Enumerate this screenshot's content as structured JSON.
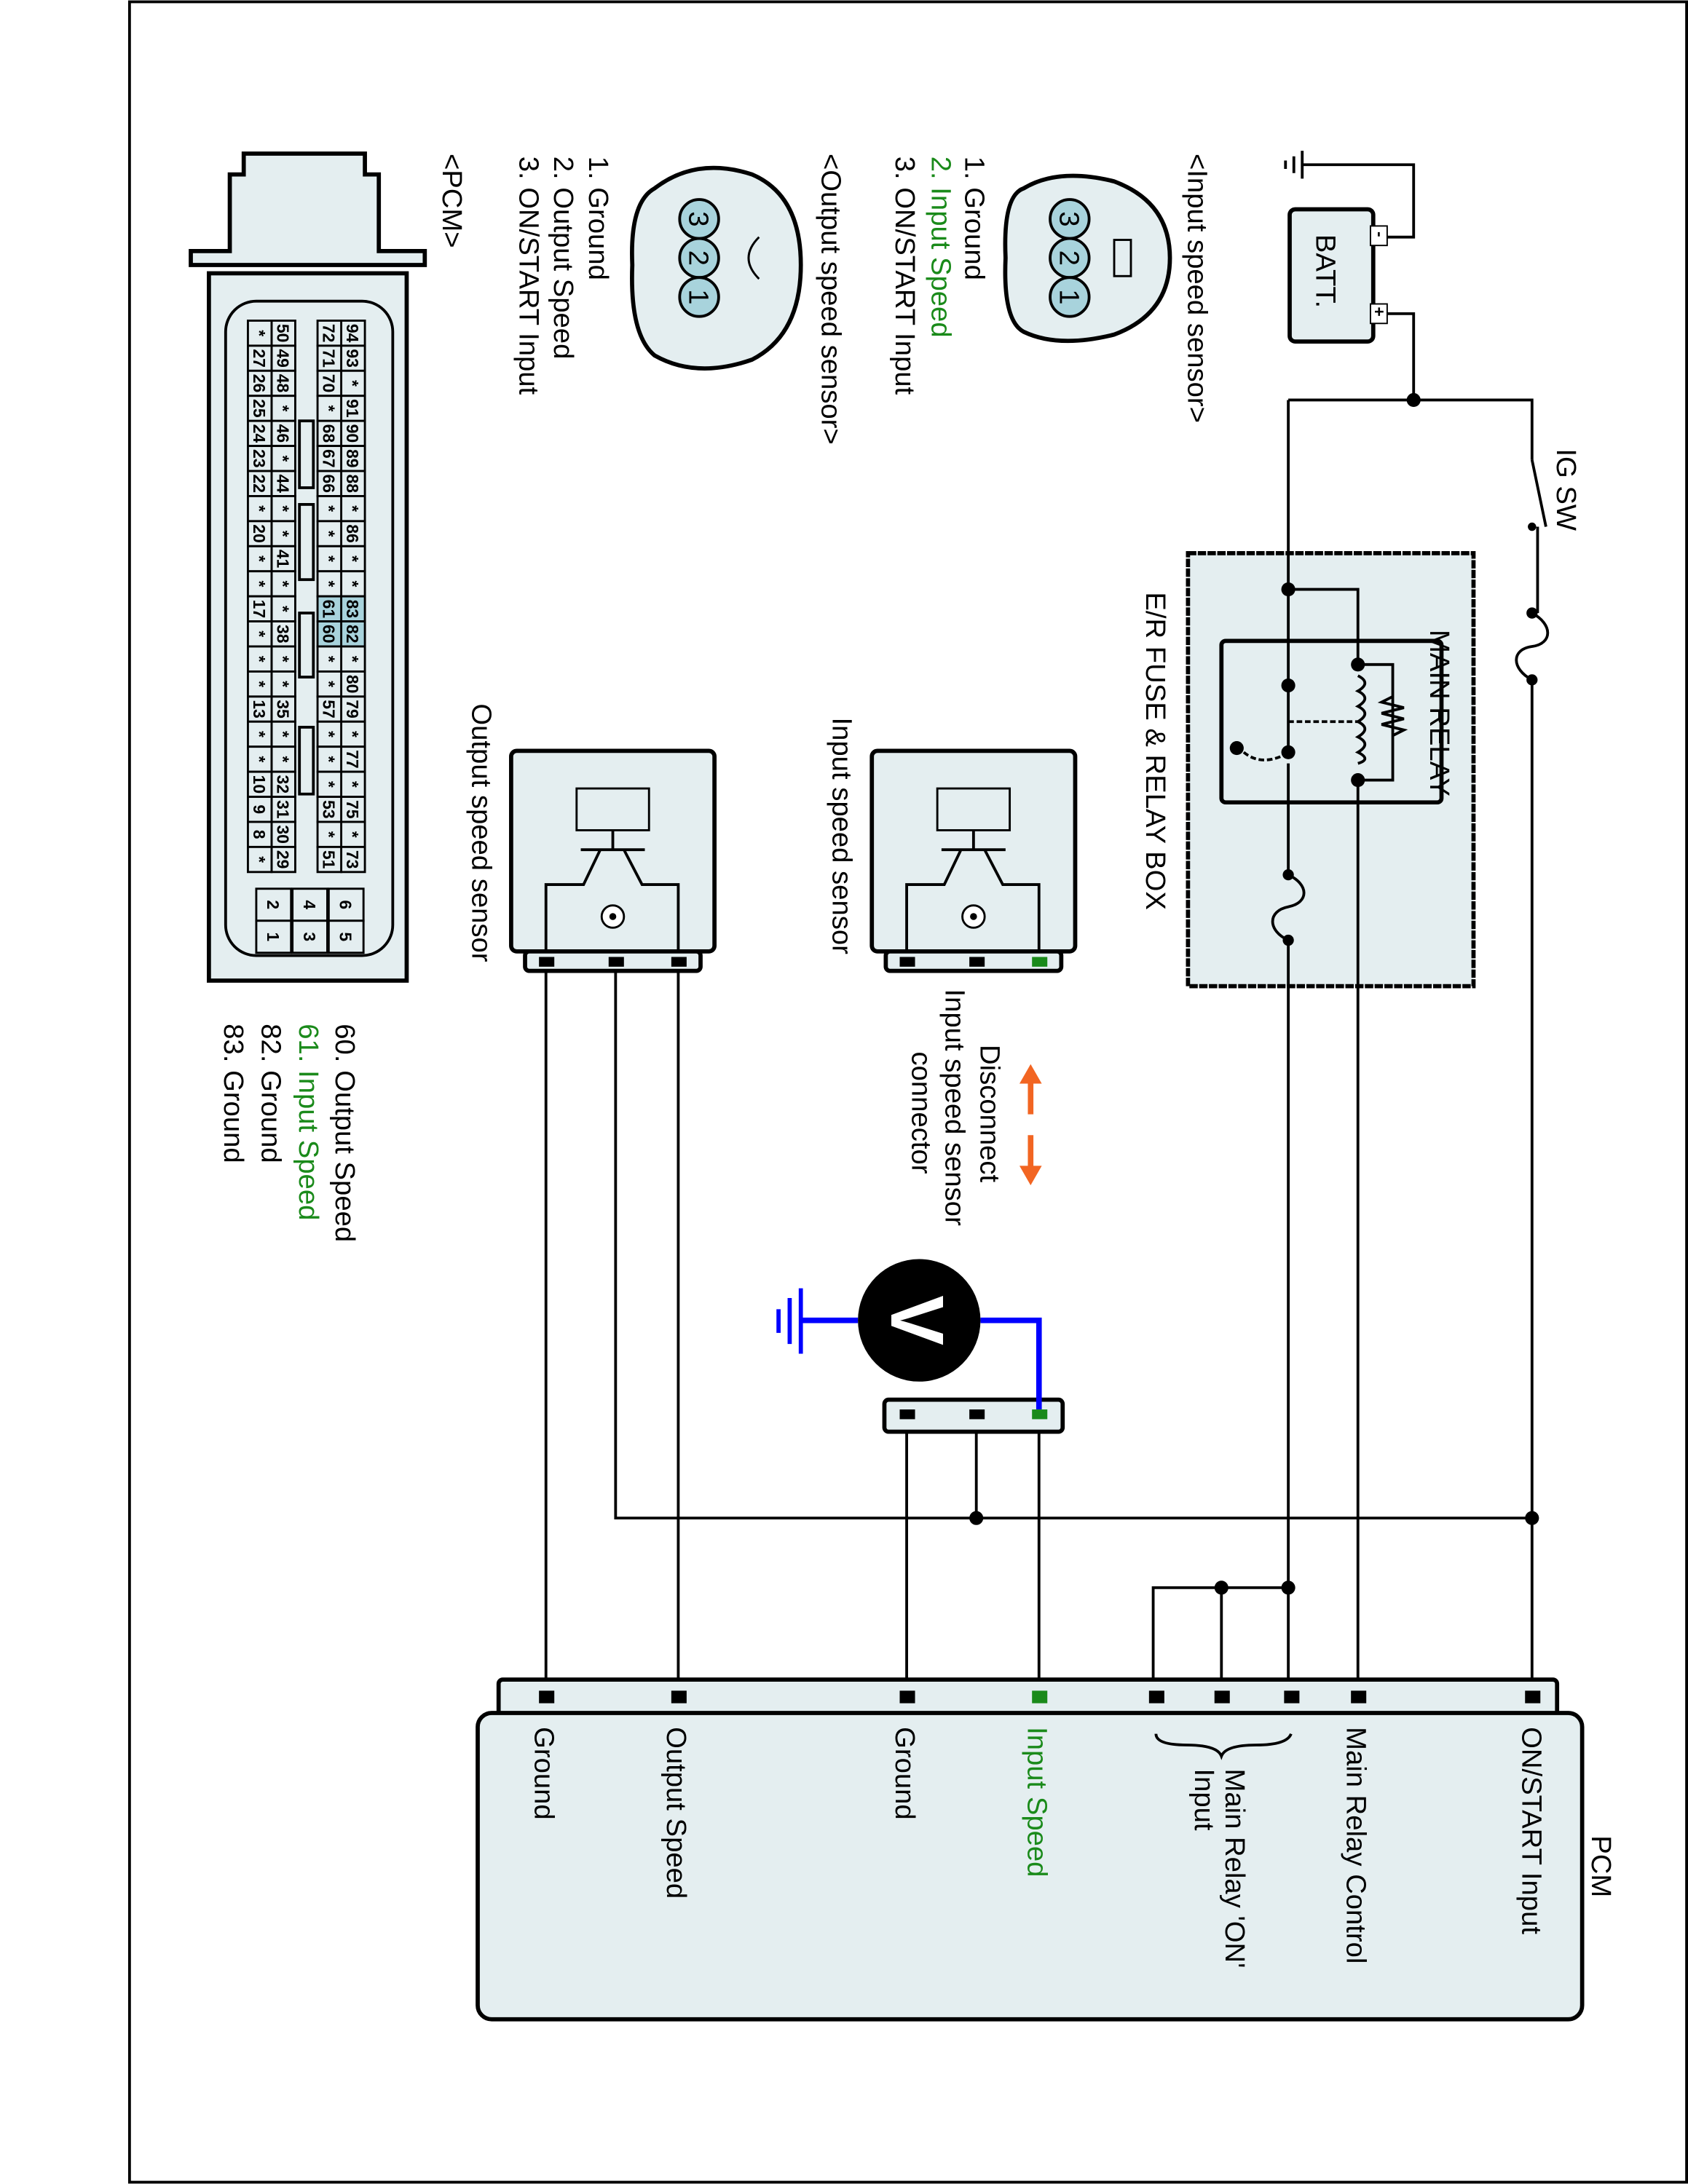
{
  "colors": {
    "accent_green": "#1a8a1a",
    "probe_blue": "#0000ff",
    "arrow_orange": "#f26522",
    "panel_fill": "#e4eef0",
    "highlight_pin": "#a8d3dc"
  },
  "battery": {
    "label": "BATT.",
    "minus": "-",
    "plus": "+"
  },
  "ig_sw": "IG SW",
  "relay_box": {
    "title": "E/R FUSE & RELAY BOX",
    "relay": "MAIN RELAY"
  },
  "sensors": {
    "input": "Input speed sensor",
    "output": "Output speed sensor"
  },
  "disconnect": {
    "line1": "Disconnect",
    "line2": "Input speed sensor",
    "line3": "connector"
  },
  "voltmeter": "V",
  "pcm": {
    "title": "PCM",
    "pins": [
      "ON/START Input",
      "Main Relay Control",
      "Main Relay 'ON'",
      "Input",
      "Input Speed",
      "Ground",
      "Output Speed",
      "Ground"
    ]
  },
  "legend_input": {
    "title": "<Input speed sensor>",
    "items": [
      "1. Ground",
      "2. Input Speed",
      "3. ON/START Input"
    ],
    "pins": [
      "3",
      "2",
      "1"
    ]
  },
  "legend_output": {
    "title": "<Output speed sensor>",
    "items": [
      "1. Ground",
      "2. Output Speed",
      "3. ON/START Input"
    ],
    "pins": [
      "3",
      "2",
      "1"
    ]
  },
  "legend_pcm": {
    "title": "<PCM>",
    "items": [
      "60. Output Speed",
      "61. Input Speed",
      "82. Ground",
      "83. Ground"
    ]
  },
  "pcm_connector": {
    "columns": [
      [
        "94",
        "93",
        "*",
        "91",
        "90",
        "89",
        "88",
        "*",
        "86",
        "*",
        "*",
        "83",
        "82",
        "*",
        "80",
        "79",
        "*",
        "77",
        "*",
        "75",
        "*",
        "73"
      ],
      [
        "72",
        "71",
        "70",
        "*",
        "68",
        "67",
        "66",
        "*",
        "*",
        "*",
        "*",
        "61",
        "60",
        "*",
        "*",
        "57",
        "*",
        "*",
        "*",
        "53",
        "*",
        "51"
      ],
      [
        "50",
        "49",
        "48",
        "*",
        "46",
        "*",
        "44",
        "*",
        "*",
        "41",
        "*",
        "*",
        "38",
        "*",
        "*",
        "35",
        "*",
        "*",
        "32",
        "31",
        "30",
        "29"
      ],
      [
        "*",
        "27",
        "26",
        "25",
        "24",
        "23",
        "22",
        "*",
        "20",
        "*",
        "*",
        "17",
        "*",
        "*",
        "*",
        "13",
        "*",
        "*",
        "10",
        "9",
        "8",
        "*"
      ]
    ],
    "highlighted": [
      "83",
      "82",
      "61",
      "60"
    ],
    "aux_pins": [
      [
        "6",
        "5"
      ],
      [
        "4",
        "3"
      ],
      [
        "2",
        "1"
      ]
    ]
  }
}
